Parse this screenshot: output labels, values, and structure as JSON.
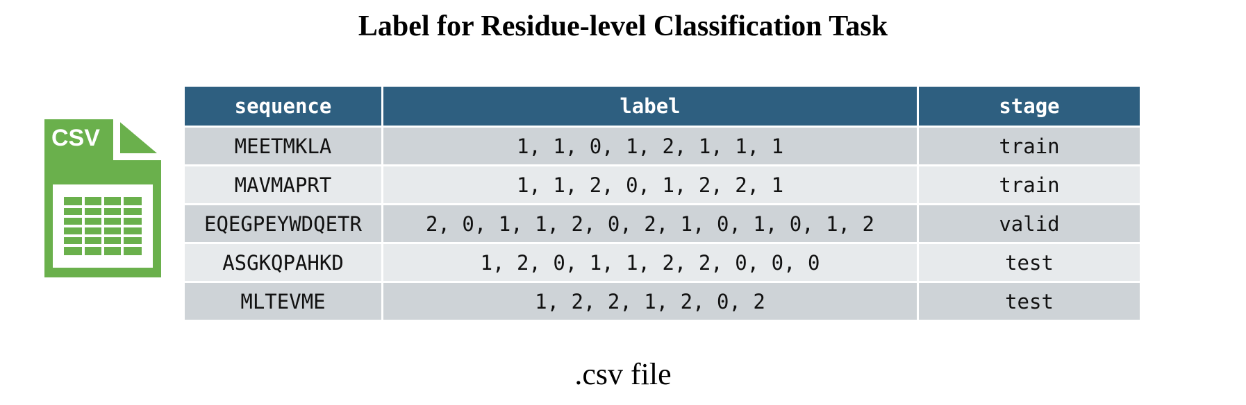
{
  "title": "Label for Residue-level Classification Task",
  "icon": {
    "name": "csv-file-icon",
    "text": "CSV",
    "color": "#6ab04c"
  },
  "table": {
    "headers": [
      "sequence",
      "label",
      "stage"
    ],
    "rows": [
      [
        "MEETMKLA",
        "1, 1, 0, 1, 2, 1, 1, 1",
        "train"
      ],
      [
        "MAVMAPRT",
        "1, 1, 2, 0, 1, 2, 2, 1",
        "train"
      ],
      [
        "EQEGPEYWDQETR",
        "2, 0, 1, 1, 2, 0, 2, 1, 0, 1, 0, 1, 2",
        "valid"
      ],
      [
        "ASGKQPAHKD",
        "1, 2, 0, 1, 1, 2, 2, 0, 0, 0",
        "test"
      ],
      [
        "MLTEVME",
        "1, 2, 2, 1, 2, 0, 2",
        "test"
      ]
    ]
  },
  "caption": ".csv file",
  "colors": {
    "header": "#2e5f80",
    "row_dark": "#ced3d7",
    "row_light": "#e7eaec",
    "icon": "#6ab04c"
  }
}
